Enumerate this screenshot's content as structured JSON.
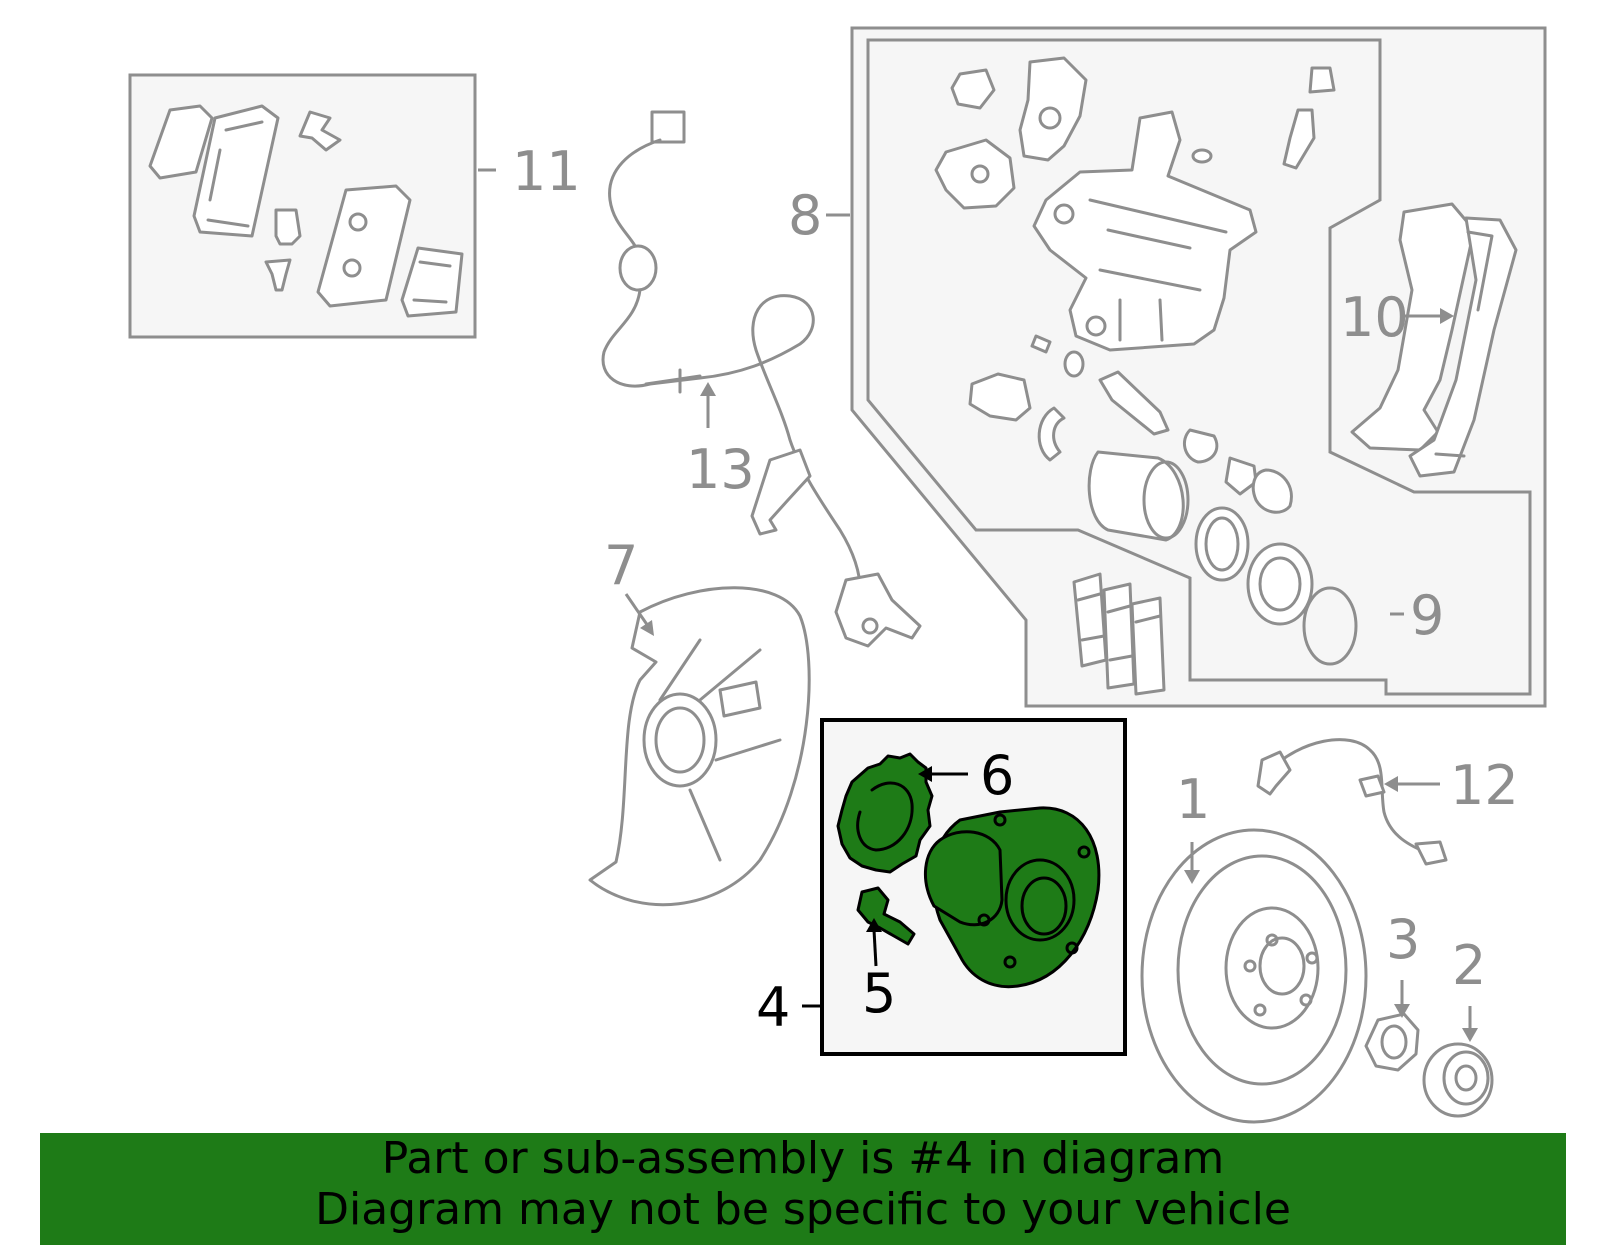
{
  "callouts": {
    "c1": "1",
    "c2": "2",
    "c3": "3",
    "c4": "4",
    "c5": "5",
    "c6": "6",
    "c7": "7",
    "c8": "8",
    "c9": "9",
    "c10": "10",
    "c11": "11",
    "c12": "12",
    "c13": "13"
  },
  "highlighted_part": "4",
  "colors": {
    "highlight": "#1e7b17",
    "callout_gray": "#8e8e8e",
    "box_fill": "#f6f6f6"
  },
  "banner": {
    "line1": "Part or sub-assembly is #4 in diagram",
    "line2": "Diagram may not be specific to your vehicle"
  }
}
